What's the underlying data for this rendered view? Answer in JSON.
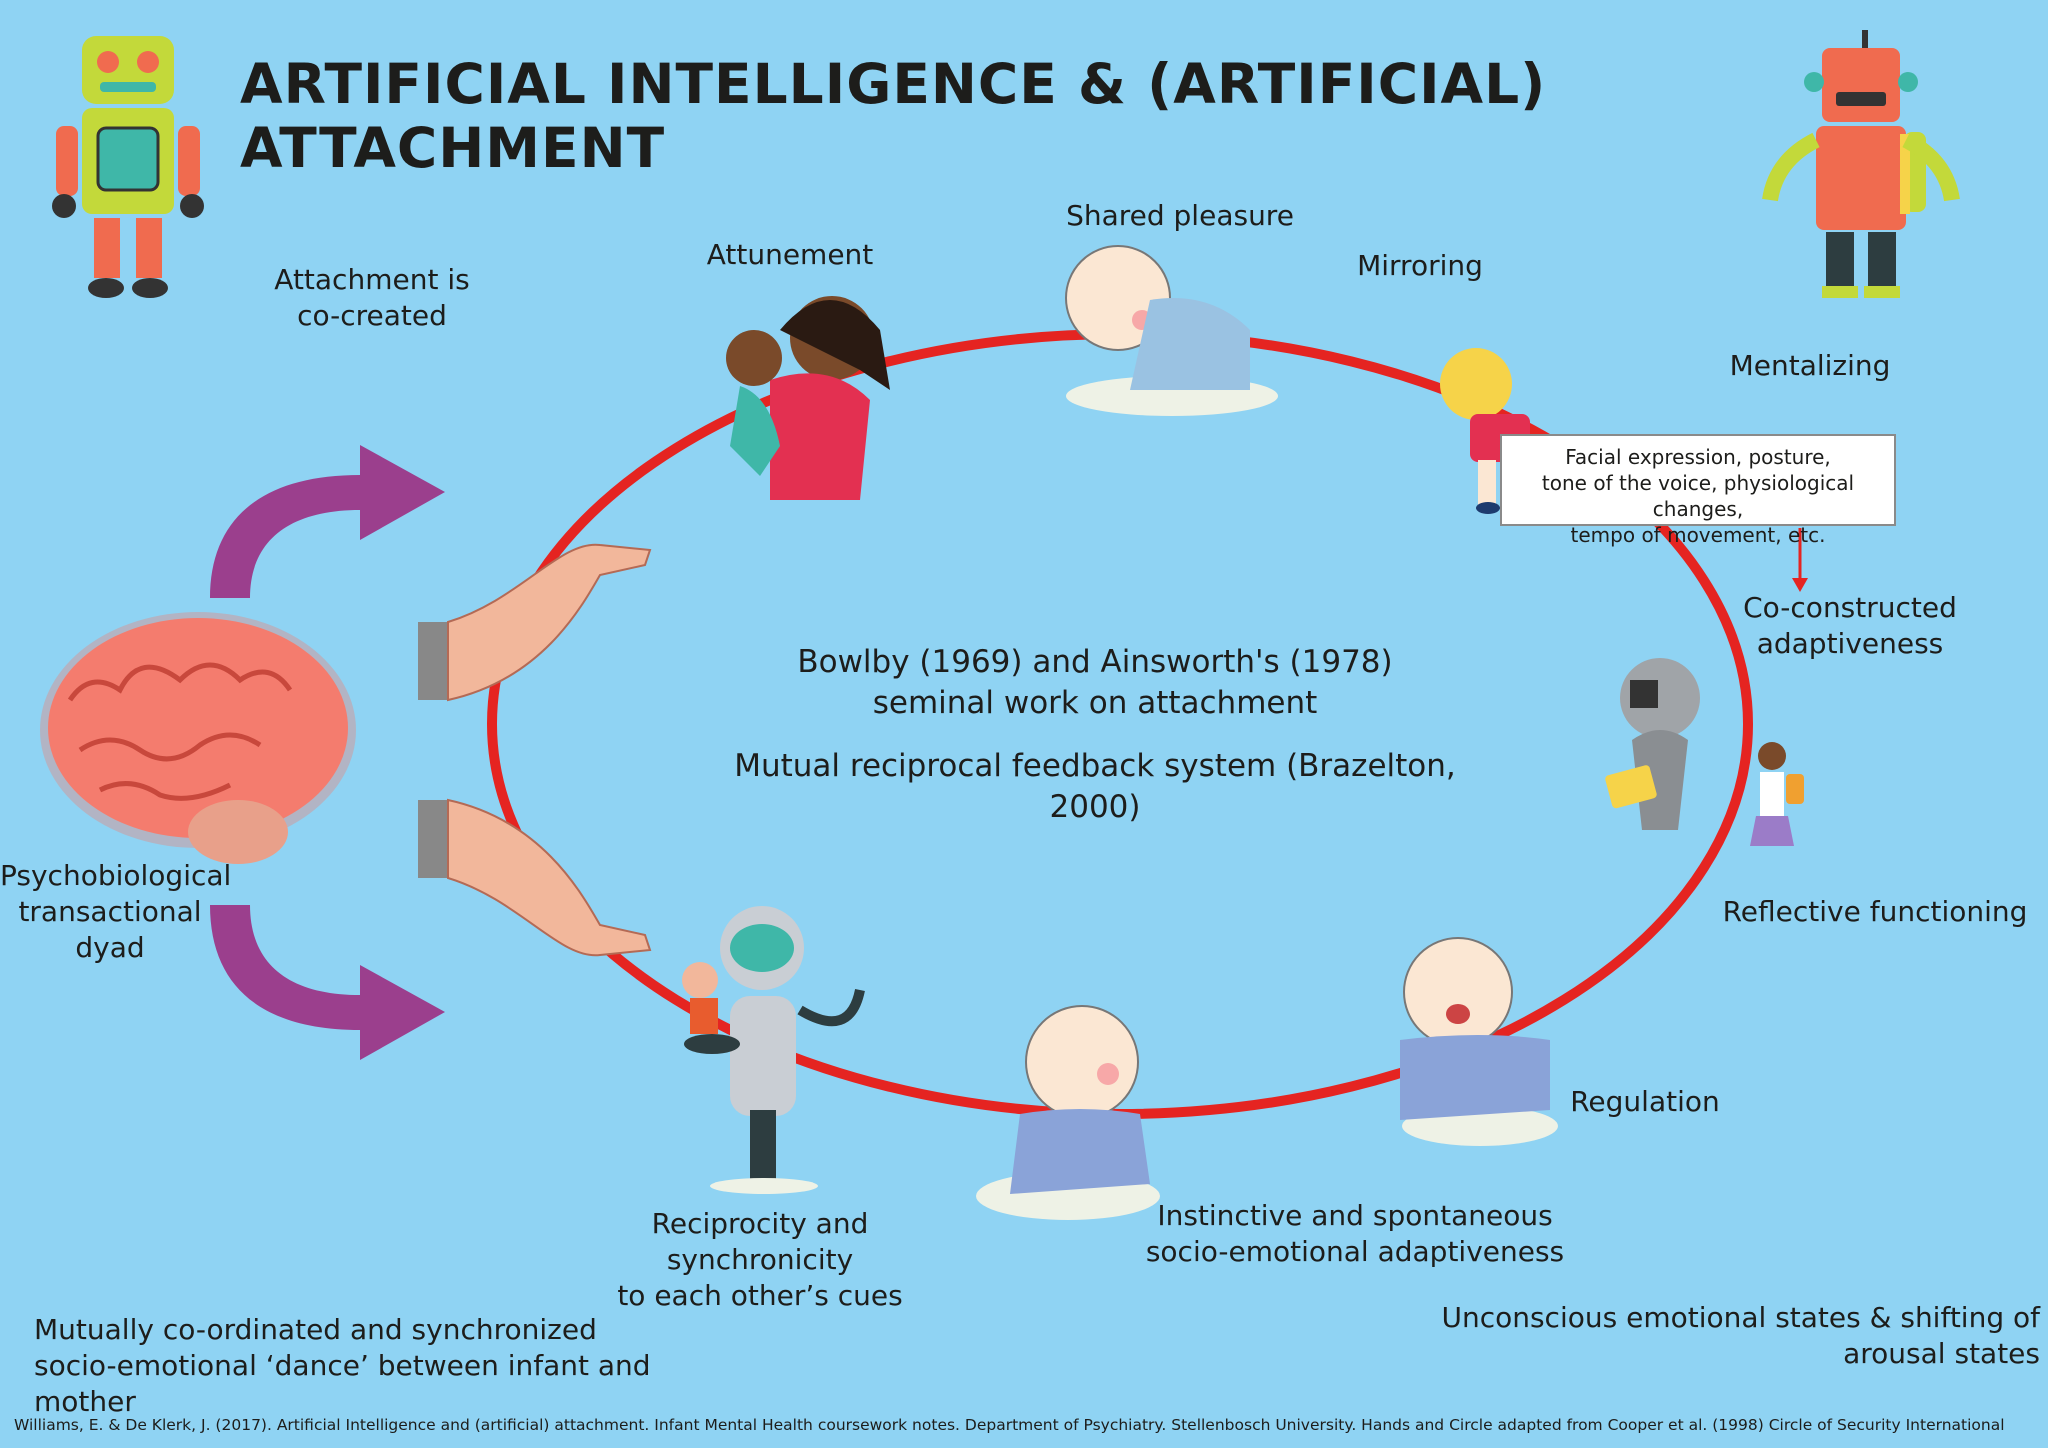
{
  "title": "ARTIFICIAL INTELLIGENCE  & (ARTIFICIAL) ATTACHMENT",
  "labels": {
    "attachment_cocreated": [
      "Attachment is",
      "co-created"
    ],
    "attunement": "Attunement",
    "shared_pleasure": "Shared pleasure",
    "mirroring": "Mirroring",
    "mentalizing": "Mentalizing",
    "co_constructed": [
      "Co-constructed",
      "adaptiveness"
    ],
    "reflective": "Reflective functioning",
    "regulation": "Regulation",
    "instinctive": [
      "Instinctive and spontaneous",
      "socio-emotional adaptiveness"
    ],
    "reciprocity": [
      "Reciprocity and synchronicity",
      "to each other’s cues"
    ],
    "psychobiological": [
      "Psychobiological",
      "transactional",
      "dyad"
    ],
    "mutually": [
      "Mutually co-ordinated and synchronized",
      "socio-emotional ‘dance’ between infant and mother"
    ],
    "unconscious": "Unconscious emotional states & shifting of arousal states"
  },
  "center": {
    "line1": "Bowlby (1969) and Ainsworth's (1978)",
    "line2": "seminal work on attachment",
    "line3": "Mutual reciprocal feedback system (Brazelton, 2000)"
  },
  "callout": [
    "Facial expression, posture,",
    "tone of the voice, physiological changes,",
    "tempo of movement, etc."
  ],
  "footer": "Williams, E. & De Klerk, J. (2017). Artificial Intelligence and (artificial) attachment. Infant Mental Health coursework notes. Department of Psychiatry. Stellenbosch University. Hands and Circle adapted from Cooper et al. (1998) Circle of Security International",
  "colors": {
    "background": "#8fd3f3",
    "circle": "#e52421",
    "arrow": "#9b3f8d",
    "brain": "#f47c6e"
  }
}
